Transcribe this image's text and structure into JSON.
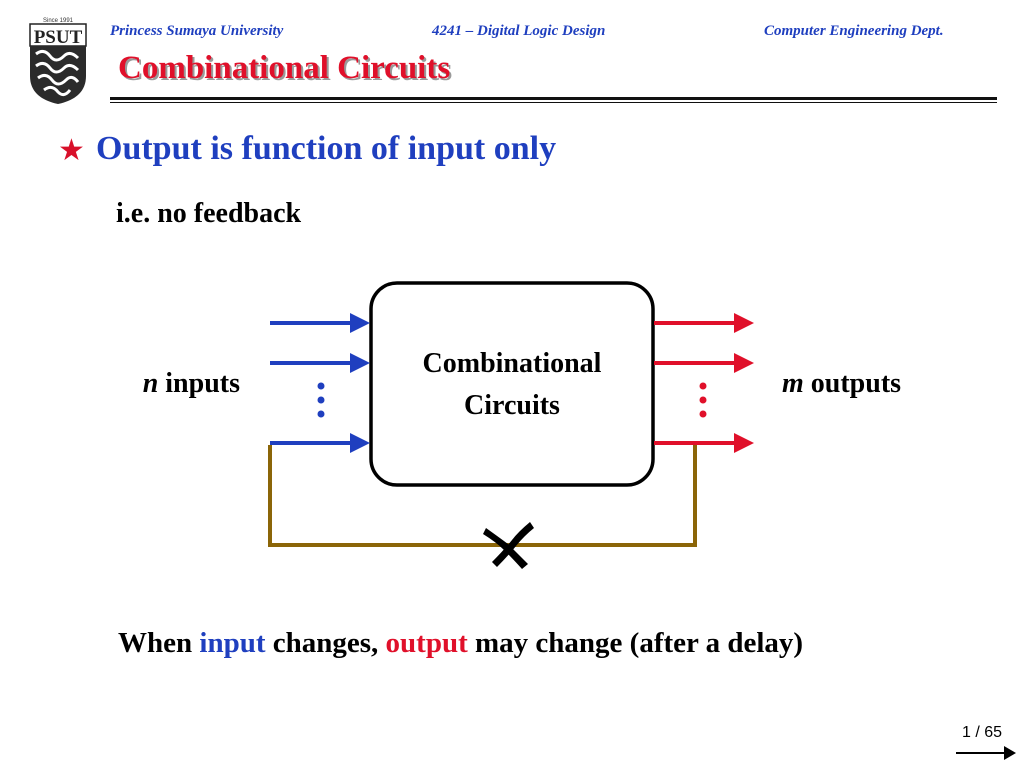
{
  "header": {
    "logo_text": "PSUT",
    "university": "Princess Sumaya University",
    "course": "4241 – Digital Logic Design",
    "department": "Computer Engineering Dept."
  },
  "slide": {
    "title": "Combinational Circuits",
    "bullet": "Output is function of input only",
    "sub_point": "i.e. no feedback"
  },
  "diagram": {
    "block_label_line1": "Combinational",
    "block_label_line2": "Circuits",
    "inputs_var": "n",
    "inputs_word": " inputs",
    "outputs_var": "m",
    "outputs_word": " outputs"
  },
  "caption": {
    "part1": "When ",
    "input_word": "input",
    "part2": " changes, ",
    "output_word": "output",
    "part3": " may change (after a delay)"
  },
  "footer": {
    "page_indicator": "1 / 65"
  },
  "colors": {
    "title": "#e0102a",
    "header": "#1f3fbf",
    "inputs": "#1f3fbf",
    "outputs": "#e0102a",
    "feedback": "#8b6508"
  }
}
